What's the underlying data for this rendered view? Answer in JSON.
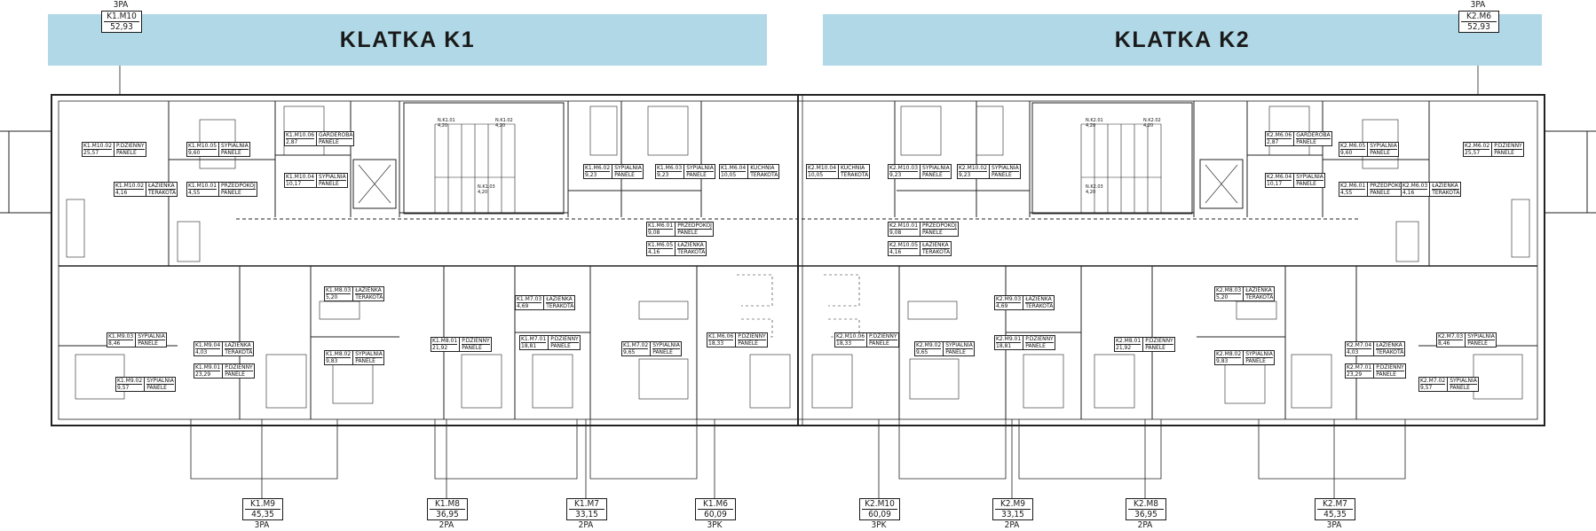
{
  "banners": {
    "k1": "KLATKA K1",
    "k2": "KLATKA K2"
  },
  "units_top": [
    {
      "id": "K1.M10",
      "area": "52,93",
      "type": "3PA"
    },
    {
      "id": "K2.M6",
      "area": "52,93",
      "type": "3PA"
    }
  ],
  "units_bottom": [
    {
      "id": "K1.M9",
      "area": "45,35",
      "type": "3PA"
    },
    {
      "id": "K1.M8",
      "area": "36,95",
      "type": "2PA"
    },
    {
      "id": "K1.M7",
      "area": "33,15",
      "type": "2PA"
    },
    {
      "id": "K1.M6",
      "area": "60,09",
      "type": "3PK"
    },
    {
      "id": "K2.M10",
      "area": "60,09",
      "type": "3PK"
    },
    {
      "id": "K2.M9",
      "area": "33,15",
      "type": "2PA"
    },
    {
      "id": "K2.M8",
      "area": "36,95",
      "type": "2PA"
    },
    {
      "id": "K2.M7",
      "area": "45,35",
      "type": "3PA"
    }
  ],
  "rooms": [
    {
      "code": "K1.M10.02",
      "name": "P.DZIENNY",
      "area": "25,57",
      "floor": "PANELE"
    },
    {
      "code": "K1.M10.02",
      "name": "ŁAZIENKA",
      "area": "4,16",
      "floor": "TERAKOTA"
    },
    {
      "code": "K1.M10.05",
      "name": "SYPIALNIA",
      "area": "9,60",
      "floor": "PANELE"
    },
    {
      "code": "K1.M10.01",
      "name": "PRZEDPOKÓJ",
      "area": "4,55",
      "floor": "PANELE"
    },
    {
      "code": "K1.M10.06",
      "name": "GARDEROBA",
      "area": "2,87",
      "floor": "PANELE"
    },
    {
      "code": "K1.M10.04",
      "name": "SYPIALNIA",
      "area": "10,17",
      "floor": "PANELE"
    },
    {
      "code": "K1.M6.02",
      "name": "SYPIALNIA",
      "area": "9,23",
      "floor": "PANELE"
    },
    {
      "code": "K1.M6.03",
      "name": "SYPIALNIA",
      "area": "9,23",
      "floor": "PANELE"
    },
    {
      "code": "K1.M6.04",
      "name": "KUCHNIA",
      "area": "10,05",
      "floor": "TERAKOTA"
    },
    {
      "code": "K1.M6.01",
      "name": "PRZEDPOKÓJ",
      "area": "9,08",
      "floor": "PANELE"
    },
    {
      "code": "K1.M6.05",
      "name": "ŁAZIENKA",
      "area": "4,16",
      "floor": "TERAKOTA"
    },
    {
      "code": "K1.M9.03",
      "name": "SYPIALNIA",
      "area": "8,46",
      "floor": "PANELE"
    },
    {
      "code": "K1.M9.04",
      "name": "ŁAZIENKA",
      "area": "4,03",
      "floor": "TERAKOTA"
    },
    {
      "code": "K1.M9.01",
      "name": "P.DZIENNY",
      "area": "23,29",
      "floor": "PANELE"
    },
    {
      "code": "K1.M9.02",
      "name": "SYPIALNIA",
      "area": "9,57",
      "floor": "PANELE"
    },
    {
      "code": "K1.M8.03",
      "name": "ŁAZIENKA",
      "area": "5,20",
      "floor": "TERAKOTA"
    },
    {
      "code": "K1.M8.02",
      "name": "SYPIALNIA",
      "area": "9,83",
      "floor": "PANELE"
    },
    {
      "code": "K1.M8.01",
      "name": "P.DZIENNY",
      "area": "21,92",
      "floor": "PANELE"
    },
    {
      "code": "K1.M7.03",
      "name": "ŁAZIENKA",
      "area": "4,69",
      "floor": "TERAKOTA"
    },
    {
      "code": "K1.M7.01",
      "name": "P.DZIENNY",
      "area": "18,81",
      "floor": "PANELE"
    },
    {
      "code": "K1.M7.02",
      "name": "SYPIALNIA",
      "area": "9,65",
      "floor": "PANELE"
    },
    {
      "code": "K1.M6.06",
      "name": "P.DZIENNY",
      "area": "18,33",
      "floor": "PANELE"
    },
    {
      "code": "K2.M10.04",
      "name": "KUCHNIA",
      "area": "10,05",
      "floor": "TERAKOTA"
    },
    {
      "code": "K2.M10.03",
      "name": "SYPIALNIA",
      "area": "9,23",
      "floor": "PANELE"
    },
    {
      "code": "K2.M10.02",
      "name": "SYPIALNIA",
      "area": "9,23",
      "floor": "PANELE"
    },
    {
      "code": "K2.M10.01",
      "name": "PRZEDPOKÓJ",
      "area": "9,08",
      "floor": "PANELE"
    },
    {
      "code": "K2.M10.05",
      "name": "ŁAZIENKA",
      "area": "4,16",
      "floor": "TERAKOTA"
    },
    {
      "code": "K2.M10.06",
      "name": "P.DZIENNY",
      "area": "18,33",
      "floor": "PANELE"
    },
    {
      "code": "K2.M9.02",
      "name": "SYPIALNIA",
      "area": "9,65",
      "floor": "PANELE"
    },
    {
      "code": "K2.M9.03",
      "name": "ŁAZIENKA",
      "area": "4,69",
      "floor": "TERAKOTA"
    },
    {
      "code": "K2.M9.01",
      "name": "P.DZIENNY",
      "area": "18,81",
      "floor": "PANELE"
    },
    {
      "code": "K2.M8.01",
      "name": "P.DZIENNY",
      "area": "21,92",
      "floor": "PANELE"
    },
    {
      "code": "K2.M8.03",
      "name": "ŁAZIENKA",
      "area": "5,20",
      "floor": "TERAKOTA"
    },
    {
      "code": "K2.M8.02",
      "name": "SYPIALNIA",
      "area": "9,83",
      "floor": "PANELE"
    },
    {
      "code": "K2.M6.06",
      "name": "GARDEROBA",
      "area": "2,87",
      "floor": "PANELE"
    },
    {
      "code": "K2.M6.04",
      "name": "SYPIALNIA",
      "area": "10,17",
      "floor": "PANELE"
    },
    {
      "code": "K2.M6.05",
      "name": "SYPIALNIA",
      "area": "9,60",
      "floor": "PANELE"
    },
    {
      "code": "K2.M6.01",
      "name": "PRZEDPOKÓJ",
      "area": "4,55",
      "floor": "PANELE"
    },
    {
      "code": "K2.M6.03",
      "name": "ŁAZIENKA",
      "area": "4,16",
      "floor": "TERAKOTA"
    },
    {
      "code": "K2.M6.02",
      "name": "P.DZIENNY",
      "area": "25,57",
      "floor": "PANELE"
    },
    {
      "code": "K2.M7.03",
      "name": "SYPIALNIA",
      "area": "8,46",
      "floor": "PANELE"
    },
    {
      "code": "K2.M7.04",
      "name": "ŁAZIENKA",
      "area": "4,03",
      "floor": "TERAKOTA"
    },
    {
      "code": "K2.M7.01",
      "name": "P.DZIENNY",
      "area": "23,29",
      "floor": "PANELE"
    },
    {
      "code": "K2.M7.02",
      "name": "SYPIALNIA",
      "area": "9,57",
      "floor": "PANELE"
    }
  ],
  "stair_labels": [
    {
      "code": "N.K1.01",
      "area": "4,20"
    },
    {
      "code": "N.K1.02",
      "area": "4,20"
    },
    {
      "code": "N.K1.03",
      "area": "4,20"
    },
    {
      "code": "N.K2.01",
      "area": "4,20"
    },
    {
      "code": "N.K2.02",
      "area": "4,20"
    },
    {
      "code": "N.K2.03",
      "area": "4,20"
    }
  ]
}
